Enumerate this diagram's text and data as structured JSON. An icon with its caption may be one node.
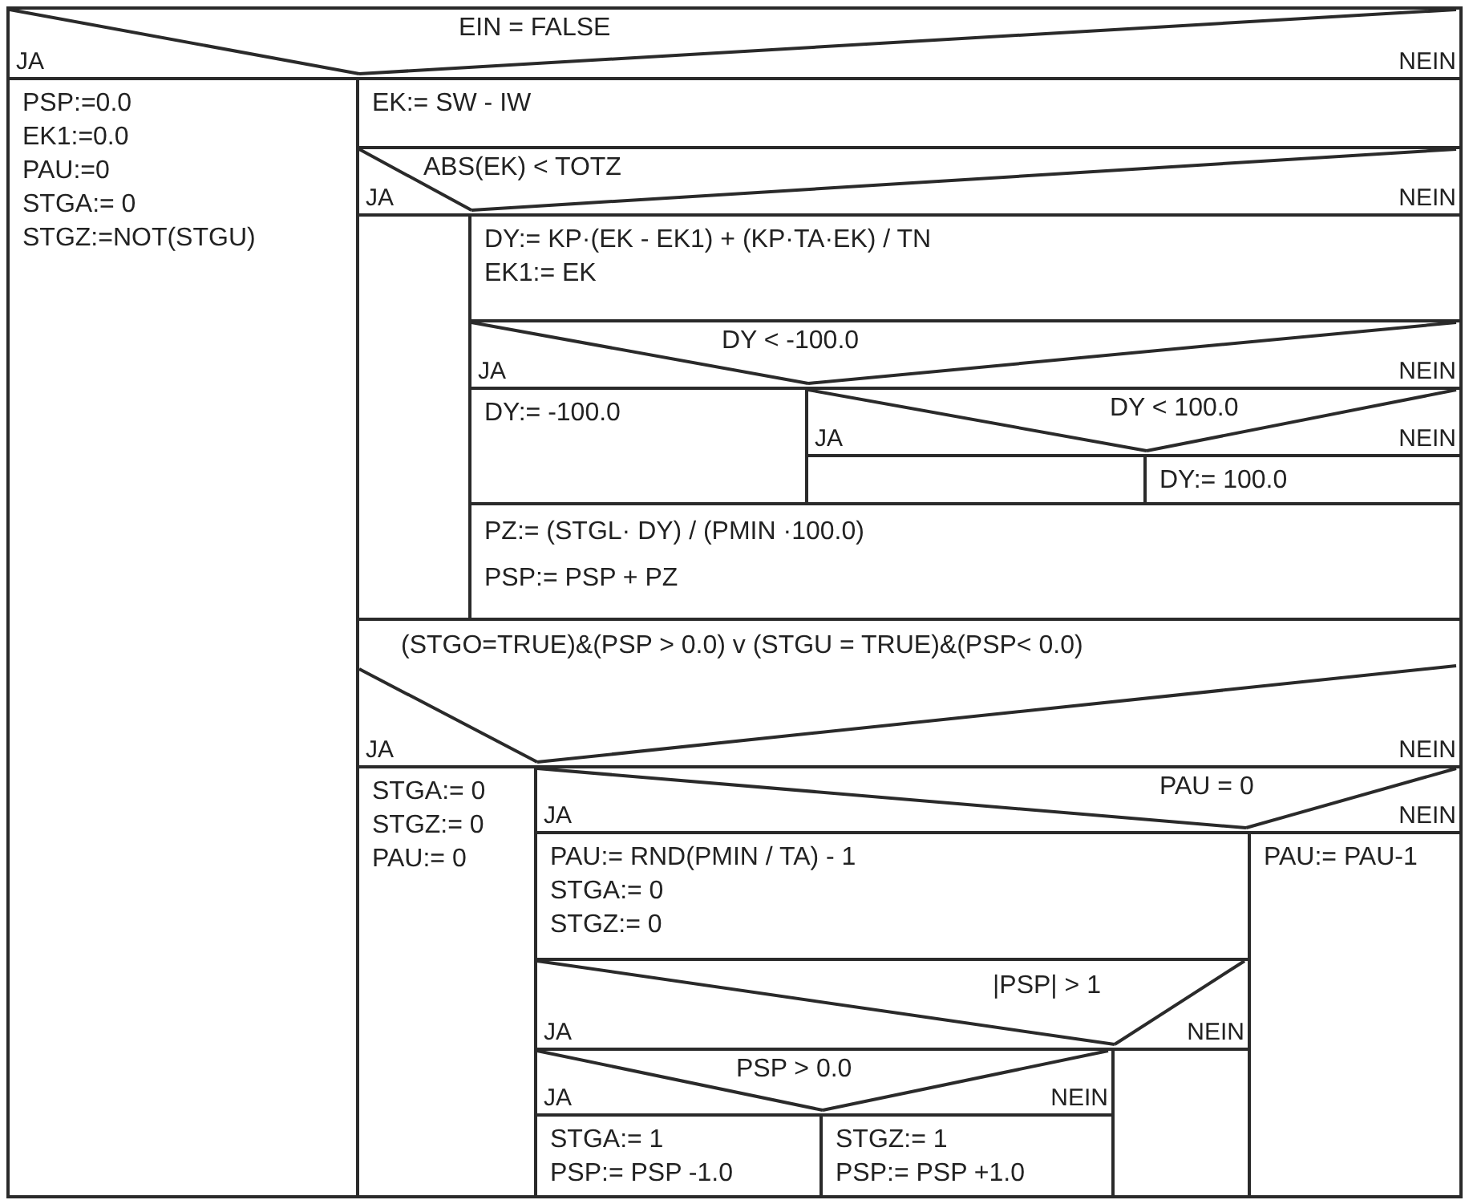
{
  "diagram": {
    "nodes": [
      {
        "text": [
          "EIN = FALSE",
          "JA",
          "NEIN"
        ]
      },
      {
        "text": [
          "PSP:=0.0",
          "EK1:=0.0",
          "PAU:=0",
          "STGA:= 0",
          "STGZ:=NOT(STGU)"
        ]
      },
      {
        "text": [
          "EK:= SW - IW"
        ]
      },
      {
        "text": [
          "ABS(EK) < TOTZ",
          "JA",
          "NEIN"
        ]
      },
      {
        "text": [
          "DY:= KP·(EK - EK1) + (KP·TA·EK) / TN",
          "EK1:= EK"
        ]
      },
      {
        "text": [
          "DY < -100.0",
          "JA",
          "NEIN"
        ]
      },
      {
        "text": [
          "DY:= -100.0"
        ]
      },
      {
        "text": [
          "DY < 100.0",
          "JA",
          "NEIN"
        ]
      },
      {
        "text": [
          "DY:= 100.0"
        ]
      },
      {
        "text": [
          "PZ:= (STGL· DY) / (PMIN ·100.0)",
          "PSP:= PSP + PZ"
        ]
      },
      {
        "text": [
          "(STGO=TRUE)&(PSP > 0.0) v (STGU = TRUE)&(PSP< 0.0)",
          "JA",
          "NEIN"
        ]
      },
      {
        "text": [
          "STGA:= 0",
          "STGZ:= 0",
          "PAU:= 0"
        ]
      },
      {
        "text": [
          "PAU = 0",
          "JA",
          "NEIN"
        ]
      },
      {
        "text": [
          "PAU:= RND(PMIN / TA) - 1",
          "STGA:= 0",
          "STGZ:= 0"
        ]
      },
      {
        "text": [
          "PAU:= PAU-1"
        ]
      },
      {
        "text": [
          "|PSP| > 1",
          "JA",
          "NEIN"
        ]
      },
      {
        "text": [
          "PSP > 0.0",
          "JA",
          "NEIN"
        ]
      },
      {
        "text": [
          "STGA:= 1",
          "PSP:= PSP -1.0"
        ]
      },
      {
        "text": [
          "STGZ:= 1",
          "PSP:= PSP +1.0"
        ]
      },
      {
        "text": [],
        "shape": "box"
      }
    ]
  }
}
